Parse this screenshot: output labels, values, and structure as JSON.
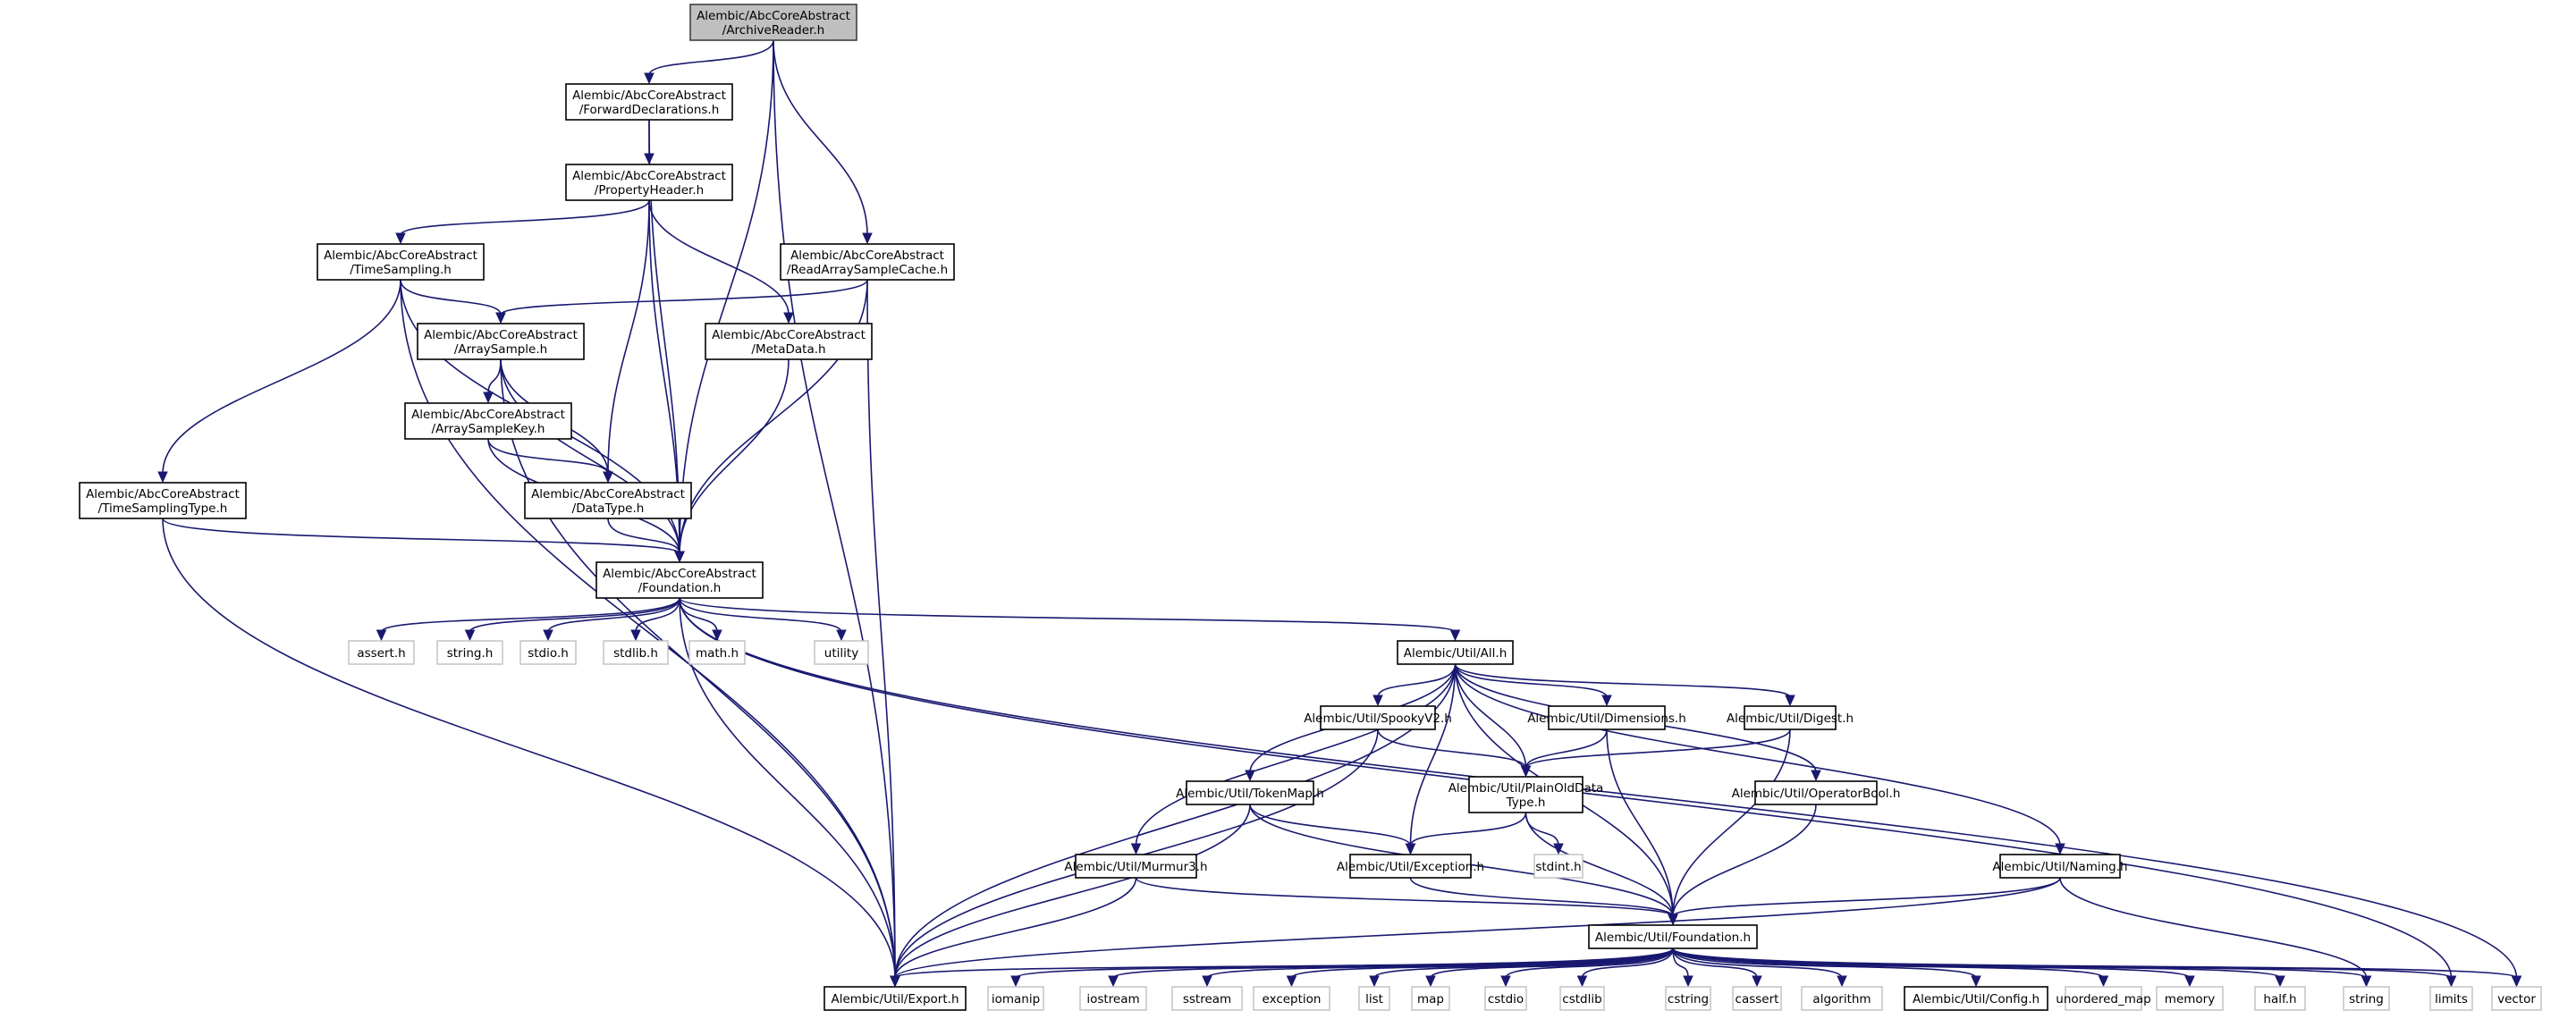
{
  "title": "Include dependency graph for Alembic/AbcCoreAbstract/ArchiveReader.h",
  "colors": {
    "edge": "#191970",
    "root_fill": "#bfbfbf",
    "node_border": "#000000",
    "external_border": "#bfbfbf"
  },
  "nodes": [
    {
      "id": "archivereader",
      "kind": "root",
      "lines": [
        "Alembic/AbcCoreAbstract",
        "/ArchiveReader.h"
      ]
    },
    {
      "id": "forwarddecl",
      "kind": "internal",
      "lines": [
        "Alembic/AbcCoreAbstract",
        "/ForwardDeclarations.h"
      ]
    },
    {
      "id": "propertyheader",
      "kind": "internal",
      "lines": [
        "Alembic/AbcCoreAbstract",
        "/PropertyHeader.h"
      ]
    },
    {
      "id": "timesampling",
      "kind": "internal",
      "lines": [
        "Alembic/AbcCoreAbstract",
        "/TimeSampling.h"
      ]
    },
    {
      "id": "readarraysamplecache",
      "kind": "internal",
      "lines": [
        "Alembic/AbcCoreAbstract",
        "/ReadArraySampleCache.h"
      ]
    },
    {
      "id": "arraysample",
      "kind": "internal",
      "lines": [
        "Alembic/AbcCoreAbstract",
        "/ArraySample.h"
      ]
    },
    {
      "id": "metadata",
      "kind": "internal",
      "lines": [
        "Alembic/AbcCoreAbstract",
        "/MetaData.h"
      ]
    },
    {
      "id": "arraysamplekey",
      "kind": "internal",
      "lines": [
        "Alembic/AbcCoreAbstract",
        "/ArraySampleKey.h"
      ]
    },
    {
      "id": "timesamplingtype",
      "kind": "internal",
      "lines": [
        "Alembic/AbcCoreAbstract",
        "/TimeSamplingType.h"
      ]
    },
    {
      "id": "datatype",
      "kind": "internal",
      "lines": [
        "Alembic/AbcCoreAbstract",
        "/DataType.h"
      ]
    },
    {
      "id": "acafoundation",
      "kind": "internal",
      "lines": [
        "Alembic/AbcCoreAbstract",
        "/Foundation.h"
      ]
    },
    {
      "id": "assert_h",
      "kind": "external",
      "lines": [
        "assert.h"
      ]
    },
    {
      "id": "string_h",
      "kind": "external",
      "lines": [
        "string.h"
      ]
    },
    {
      "id": "stdio_h",
      "kind": "external",
      "lines": [
        "stdio.h"
      ]
    },
    {
      "id": "stdlib_h",
      "kind": "external",
      "lines": [
        "stdlib.h"
      ]
    },
    {
      "id": "math_h",
      "kind": "external",
      "lines": [
        "math.h"
      ]
    },
    {
      "id": "utility",
      "kind": "external",
      "lines": [
        "utility"
      ]
    },
    {
      "id": "all",
      "kind": "internal",
      "lines": [
        "Alembic/Util/All.h"
      ]
    },
    {
      "id": "spooky",
      "kind": "internal",
      "lines": [
        "Alembic/Util/SpookyV2.h"
      ]
    },
    {
      "id": "dimensions",
      "kind": "internal",
      "lines": [
        "Alembic/Util/Dimensions.h"
      ]
    },
    {
      "id": "digest",
      "kind": "internal",
      "lines": [
        "Alembic/Util/Digest.h"
      ]
    },
    {
      "id": "tokenmap",
      "kind": "internal",
      "lines": [
        "Alembic/Util/TokenMap.h"
      ]
    },
    {
      "id": "pod",
      "kind": "internal",
      "lines": [
        "Alembic/Util/PlainOldData",
        "Type.h"
      ]
    },
    {
      "id": "operatorbool",
      "kind": "internal",
      "lines": [
        "Alembic/Util/OperatorBool.h"
      ]
    },
    {
      "id": "murmur3",
      "kind": "internal",
      "lines": [
        "Alembic/Util/Murmur3.h"
      ]
    },
    {
      "id": "exception",
      "kind": "internal",
      "lines": [
        "Alembic/Util/Exception.h"
      ]
    },
    {
      "id": "stdint_h",
      "kind": "external",
      "lines": [
        "stdint.h"
      ]
    },
    {
      "id": "naming",
      "kind": "internal",
      "lines": [
        "Alembic/Util/Naming.h"
      ]
    },
    {
      "id": "utilfoundation",
      "kind": "internal",
      "lines": [
        "Alembic/Util/Foundation.h"
      ]
    },
    {
      "id": "export",
      "kind": "internal",
      "lines": [
        "Alembic/Util/Export.h"
      ]
    },
    {
      "id": "iomanip",
      "kind": "external",
      "lines": [
        "iomanip"
      ]
    },
    {
      "id": "iostream",
      "kind": "external",
      "lines": [
        "iostream"
      ]
    },
    {
      "id": "sstream",
      "kind": "external",
      "lines": [
        "sstream"
      ]
    },
    {
      "id": "exception_std",
      "kind": "external",
      "lines": [
        "exception"
      ]
    },
    {
      "id": "list",
      "kind": "external",
      "lines": [
        "list"
      ]
    },
    {
      "id": "map",
      "kind": "external",
      "lines": [
        "map"
      ]
    },
    {
      "id": "cstdio",
      "kind": "external",
      "lines": [
        "cstdio"
      ]
    },
    {
      "id": "cstdlib",
      "kind": "external",
      "lines": [
        "cstdlib"
      ]
    },
    {
      "id": "cstring",
      "kind": "external",
      "lines": [
        "cstring"
      ]
    },
    {
      "id": "cassert",
      "kind": "external",
      "lines": [
        "cassert"
      ]
    },
    {
      "id": "algorithm",
      "kind": "external",
      "lines": [
        "algorithm"
      ]
    },
    {
      "id": "config",
      "kind": "internal",
      "lines": [
        "Alembic/Util/Config.h"
      ]
    },
    {
      "id": "unordered_map",
      "kind": "external",
      "lines": [
        "unordered_map"
      ]
    },
    {
      "id": "memory",
      "kind": "external",
      "lines": [
        "memory"
      ]
    },
    {
      "id": "half_h",
      "kind": "external",
      "lines": [
        "half.h"
      ]
    },
    {
      "id": "string",
      "kind": "external",
      "lines": [
        "string"
      ]
    },
    {
      "id": "limits",
      "kind": "external",
      "lines": [
        "limits"
      ]
    },
    {
      "id": "vector",
      "kind": "external",
      "lines": [
        "vector"
      ]
    }
  ],
  "edges": [
    [
      "archivereader",
      "forwarddecl"
    ],
    [
      "archivereader",
      "readarraysamplecache"
    ],
    [
      "archivereader",
      "acafoundation"
    ],
    [
      "archivereader",
      "export"
    ],
    [
      "forwarddecl",
      "propertyheader"
    ],
    [
      "forwarddecl",
      "acafoundation"
    ],
    [
      "propertyheader",
      "timesampling"
    ],
    [
      "propertyheader",
      "metadata"
    ],
    [
      "propertyheader",
      "datatype"
    ],
    [
      "propertyheader",
      "acafoundation"
    ],
    [
      "timesampling",
      "arraysample"
    ],
    [
      "timesampling",
      "timesamplingtype"
    ],
    [
      "timesampling",
      "acafoundation"
    ],
    [
      "timesampling",
      "export"
    ],
    [
      "readarraysamplecache",
      "arraysample"
    ],
    [
      "readarraysamplecache",
      "acafoundation"
    ],
    [
      "readarraysamplecache",
      "export"
    ],
    [
      "arraysample",
      "arraysamplekey"
    ],
    [
      "arraysample",
      "datatype"
    ],
    [
      "arraysample",
      "acafoundation"
    ],
    [
      "arraysample",
      "export"
    ],
    [
      "metadata",
      "acafoundation"
    ],
    [
      "arraysamplekey",
      "datatype"
    ],
    [
      "arraysamplekey",
      "acafoundation"
    ],
    [
      "timesamplingtype",
      "acafoundation"
    ],
    [
      "timesamplingtype",
      "export"
    ],
    [
      "datatype",
      "acafoundation"
    ],
    [
      "acafoundation",
      "assert_h"
    ],
    [
      "acafoundation",
      "string_h"
    ],
    [
      "acafoundation",
      "stdio_h"
    ],
    [
      "acafoundation",
      "stdlib_h"
    ],
    [
      "acafoundation",
      "math_h"
    ],
    [
      "acafoundation",
      "utility"
    ],
    [
      "acafoundation",
      "all"
    ],
    [
      "acafoundation",
      "export"
    ],
    [
      "acafoundation",
      "limits"
    ],
    [
      "acafoundation",
      "vector"
    ],
    [
      "all",
      "spooky"
    ],
    [
      "all",
      "dimensions"
    ],
    [
      "all",
      "digest"
    ],
    [
      "all",
      "tokenmap"
    ],
    [
      "all",
      "pod"
    ],
    [
      "all",
      "operatorbool"
    ],
    [
      "all",
      "murmur3"
    ],
    [
      "all",
      "exception"
    ],
    [
      "all",
      "naming"
    ],
    [
      "all",
      "utilfoundation"
    ],
    [
      "all",
      "export"
    ],
    [
      "spooky",
      "pod"
    ],
    [
      "spooky",
      "export"
    ],
    [
      "dimensions",
      "pod"
    ],
    [
      "dimensions",
      "utilfoundation"
    ],
    [
      "digest",
      "pod"
    ],
    [
      "digest",
      "utilfoundation"
    ],
    [
      "tokenmap",
      "exception"
    ],
    [
      "tokenmap",
      "utilfoundation"
    ],
    [
      "tokenmap",
      "export"
    ],
    [
      "pod",
      "exception"
    ],
    [
      "pod",
      "stdint_h"
    ],
    [
      "pod",
      "utilfoundation"
    ],
    [
      "operatorbool",
      "utilfoundation"
    ],
    [
      "murmur3",
      "utilfoundation"
    ],
    [
      "murmur3",
      "export"
    ],
    [
      "exception",
      "utilfoundation"
    ],
    [
      "naming",
      "utilfoundation"
    ],
    [
      "naming",
      "export"
    ],
    [
      "naming",
      "string"
    ],
    [
      "utilfoundation",
      "export"
    ],
    [
      "utilfoundation",
      "iomanip"
    ],
    [
      "utilfoundation",
      "iostream"
    ],
    [
      "utilfoundation",
      "sstream"
    ],
    [
      "utilfoundation",
      "exception_std"
    ],
    [
      "utilfoundation",
      "list"
    ],
    [
      "utilfoundation",
      "map"
    ],
    [
      "utilfoundation",
      "cstdio"
    ],
    [
      "utilfoundation",
      "cstdlib"
    ],
    [
      "utilfoundation",
      "cstring"
    ],
    [
      "utilfoundation",
      "cassert"
    ],
    [
      "utilfoundation",
      "algorithm"
    ],
    [
      "utilfoundation",
      "config"
    ],
    [
      "utilfoundation",
      "unordered_map"
    ],
    [
      "utilfoundation",
      "memory"
    ],
    [
      "utilfoundation",
      "half_h"
    ],
    [
      "utilfoundation",
      "string"
    ],
    [
      "utilfoundation",
      "limits"
    ],
    [
      "utilfoundation",
      "vector"
    ]
  ]
}
